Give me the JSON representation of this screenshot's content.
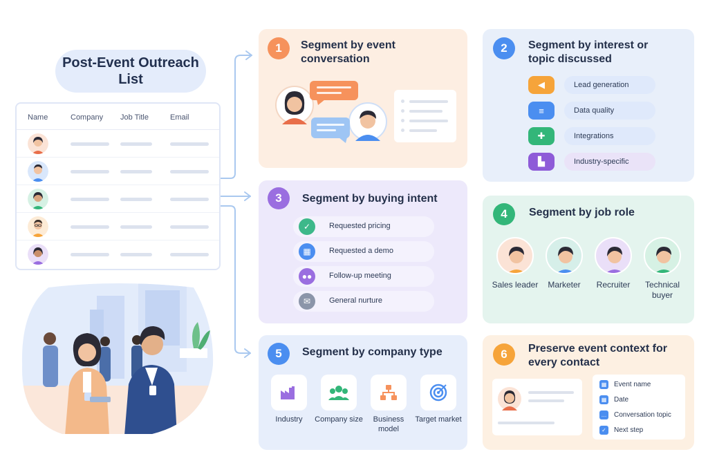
{
  "title": "Post-Event Outreach List",
  "table": {
    "columns": [
      "Name",
      "Company",
      "Job Title",
      "Email"
    ]
  },
  "panels": {
    "p1": {
      "number": "1",
      "title": "Segment by event conversation"
    },
    "p2": {
      "number": "2",
      "title": "Segment by interest or topic discussed",
      "tags": [
        {
          "label": "Lead generation",
          "icon": "megaphone-icon",
          "color": "#f6a43a",
          "pill": "#dfe9fb"
        },
        {
          "label": "Data quality",
          "icon": "database-icon",
          "color": "#4b8ef0",
          "pill": "#dfe9fb"
        },
        {
          "label": "Integrations",
          "icon": "puzzle-icon",
          "color": "#33b679",
          "pill": "#dfe9fb"
        },
        {
          "label": "Industry-specific",
          "icon": "factory-icon",
          "color": "#8e5bd8",
          "pill": "#eae3f8"
        }
      ]
    },
    "p3": {
      "number": "3",
      "title": "Segment by buying intent",
      "rows": [
        {
          "label": "Requested pricing",
          "icon": "check-icon",
          "color": "#3db88a"
        },
        {
          "label": "Requested a demo",
          "icon": "calendar-icon",
          "color": "#4b8ef0"
        },
        {
          "label": "Follow-up meeting",
          "icon": "people-icon",
          "color": "#9a6ee0"
        },
        {
          "label": "General nurture",
          "icon": "mail-icon",
          "color": "#8b95a9"
        }
      ]
    },
    "p4": {
      "number": "4",
      "title": "Segment by job role",
      "roles": [
        "Sales leader",
        "Marketer",
        "Recruiter",
        "Technical buyer"
      ]
    },
    "p5": {
      "number": "5",
      "title": "Segment by company type",
      "types": [
        {
          "label": "Industry",
          "icon": "factory-icon"
        },
        {
          "label": "Company size",
          "icon": "group-icon"
        },
        {
          "label": "Business model",
          "icon": "hierarchy-icon"
        },
        {
          "label": "Target market",
          "icon": "target-icon"
        }
      ]
    },
    "p6": {
      "number": "6",
      "title": "Preserve event context for every contact",
      "items": [
        {
          "label": "Event name",
          "icon": "calendar-icon"
        },
        {
          "label": "Date",
          "icon": "calendar-icon"
        },
        {
          "label": "Conversation topic",
          "icon": "chat-icon"
        },
        {
          "label": "Next step",
          "icon": "check-icon"
        }
      ]
    }
  },
  "colors": {
    "orange": "#f6925c",
    "blue": "#4b8ef0",
    "purple": "#9a6ee0",
    "green": "#33b679",
    "connector": "#a9c8ef"
  }
}
